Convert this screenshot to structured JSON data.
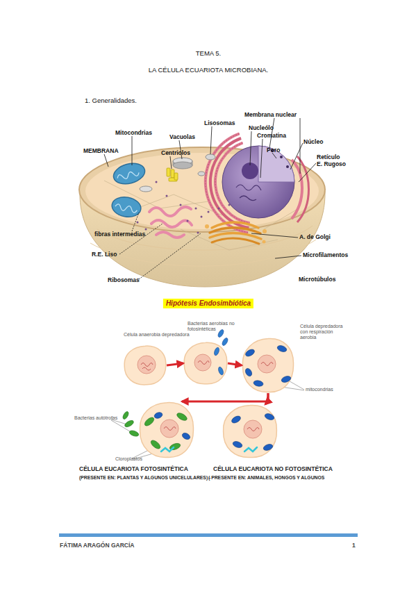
{
  "diagram": {
    "title": "LA CÉLULA ECUARIOTA MICROBIANA.",
    "nodes": [
      {
        "text": [
          "Célula anaerobia depredadora"
        ]
      },
      {
        "text": [
          "Bacterias aerobias no fotosintéticas"
        ]
      },
      {
        "text": [
          "Célula depredadora con respiración aerobia"
        ]
      },
      {
        "text": [
          "CÉLULA EUCARIOTA FOTOSINTÉTICA",
          "(PRESENTE EN: PLANTAS Y ALGUNOS UNICELULARES) -"
        ]
      },
      {
        "text": [
          "CÉLULA EUCARIOTA NO FOTOSINTÉTICA",
          "( PRESENTE EN: ANIMALES, HONGOS Y ALGUNOS"
        ]
      }
    ],
    "edges": [
      {
        "from": 0,
        "to": 1,
        "arrow": "to"
      },
      {
        "from": 1,
        "to": 2,
        "arrow": "to"
      },
      {
        "from": 2,
        "to": 3,
        "arrow": "to"
      },
      {
        "from": 2,
        "to": 4,
        "arrow": "to"
      }
    ],
    "labels": [
      "TEMA 5.",
      "1. Generalidades.",
      "Membrana nuclear",
      "Lisosomas",
      "Nucleólo",
      "Cromatina",
      "Núcleo",
      "Mitocondrias",
      "Vacuolas",
      "Centriolos",
      "Poro",
      "MEMBRANA",
      "Retículo E. Rugoso",
      "fibras intermedias",
      "A. de Golgi",
      "R.E. Liso",
      "Microfilamentos",
      "Ribosomas",
      "Microtúbulos",
      "Hipótesis Endosimbiótica",
      "mitocondrias",
      "Bacterias autótrofas",
      "Cloroplastos",
      "FÁTIMA ARAGÓN GARCÍA",
      "1"
    ]
  }
}
